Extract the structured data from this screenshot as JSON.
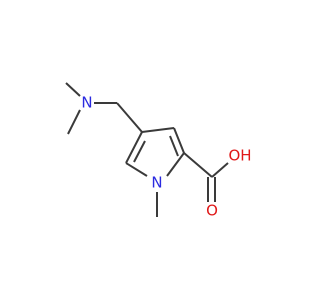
{
  "molecule": {
    "atoms": {
      "amine_nitrogen": {
        "symbol": "N",
        "color": "#2a2ae0"
      },
      "ring_nitrogen": {
        "symbol": "N",
        "color": "#2a2ae0"
      },
      "hydroxyl": {
        "symbol": "OH",
        "color": "#e01818"
      },
      "carbonyl_oxygen": {
        "symbol": "O",
        "color": "#e01818"
      }
    },
    "bond_color": "#3a3a3a"
  }
}
